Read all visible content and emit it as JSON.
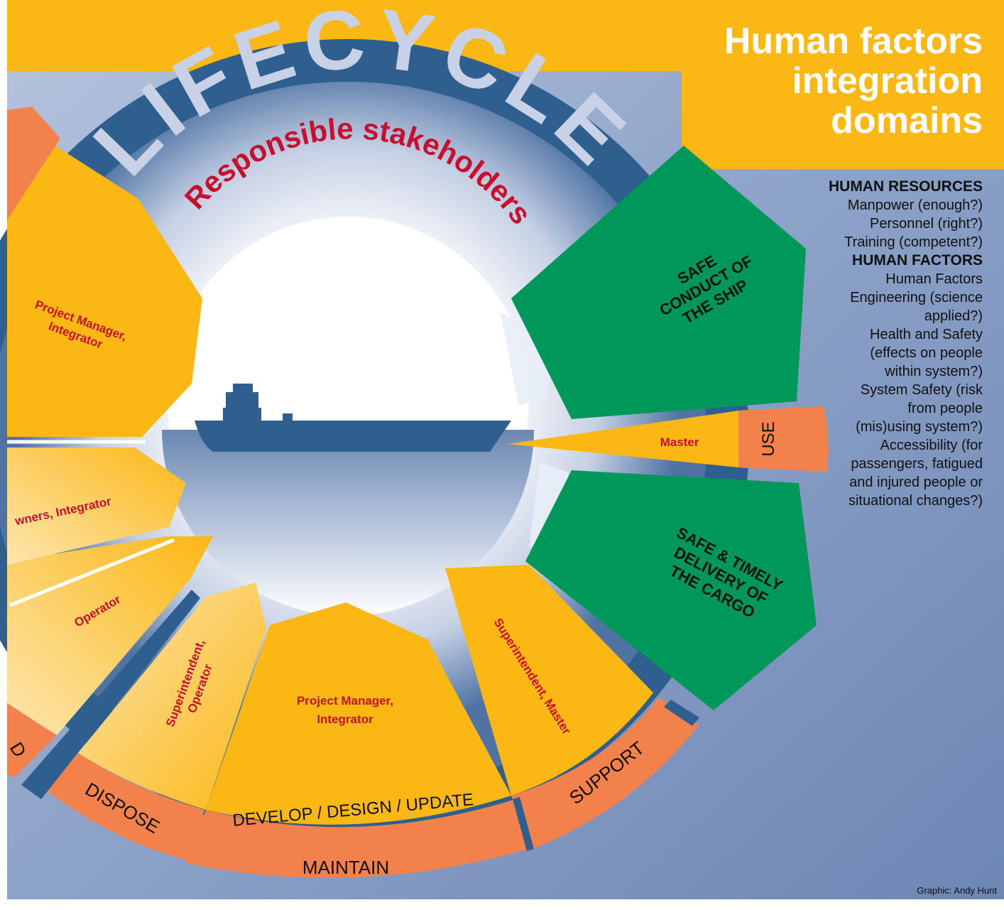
{
  "title": {
    "lines": [
      "Human factors",
      "integration",
      "domains"
    ]
  },
  "wheel": {
    "arc_title": "LIFECYCLE",
    "subtitle": "Responsible stakeholders"
  },
  "goals": {
    "top": [
      "SAFE",
      "CONDUCT OF",
      "THE SHIP"
    ],
    "bottom": [
      "SAFE & TIMELY",
      "DELIVERY OF",
      "THE CARGO"
    ]
  },
  "phases": {
    "use": "USE",
    "support": "SUPPORT",
    "maintain": "MAINTAIN",
    "develop": "DEVELOP / DESIGN / UPDATE",
    "dispose": "DISPOSE",
    "partial_left": "D"
  },
  "stakeholders": {
    "master": "Master",
    "superintendent_master": "Superintendent, Master",
    "pm_integrator_bottom": [
      "Project Manager,",
      "Integrator"
    ],
    "superintendent_operator": [
      "Superintendent,",
      "Operator"
    ],
    "operator": "Operator",
    "owners_integrator": "wners, Integrator",
    "pm_integrator_left": [
      "Project Manager,",
      "Integrator"
    ]
  },
  "domains": [
    {
      "type": "heading",
      "text": "HUMAN RESOURCES"
    },
    {
      "type": "line",
      "text": "Manpower (enough?)"
    },
    {
      "type": "line",
      "text": "Personnel (right?)"
    },
    {
      "type": "line",
      "text": "Training (competent?)"
    },
    {
      "type": "heading",
      "text": "HUMAN FACTORS"
    },
    {
      "type": "line",
      "text": "Human Factors"
    },
    {
      "type": "line",
      "text": "Engineering (science"
    },
    {
      "type": "line",
      "text": "applied?)"
    },
    {
      "type": "line",
      "text": "Health and Safety"
    },
    {
      "type": "line",
      "text": "(effects on people"
    },
    {
      "type": "line",
      "text": "within system?)"
    },
    {
      "type": "line",
      "text": "System Safety (risk"
    },
    {
      "type": "line",
      "text": "from people"
    },
    {
      "type": "line",
      "text": "(mis)using system?)"
    },
    {
      "type": "line",
      "text": "Accessibility (for"
    },
    {
      "type": "line",
      "text": "passengers, fatigued"
    },
    {
      "type": "line",
      "text": "and injured people or"
    },
    {
      "type": "line",
      "text": "situational changes?)"
    }
  ],
  "credit": "Graphic: Andy Hunt",
  "colors": {
    "yellow": "#fbb714",
    "orange": "#f2814c",
    "green": "#00985a",
    "navy": "#2e5f8e",
    "steel_blue": "#7a93bd",
    "red_text": "#c8102e"
  }
}
